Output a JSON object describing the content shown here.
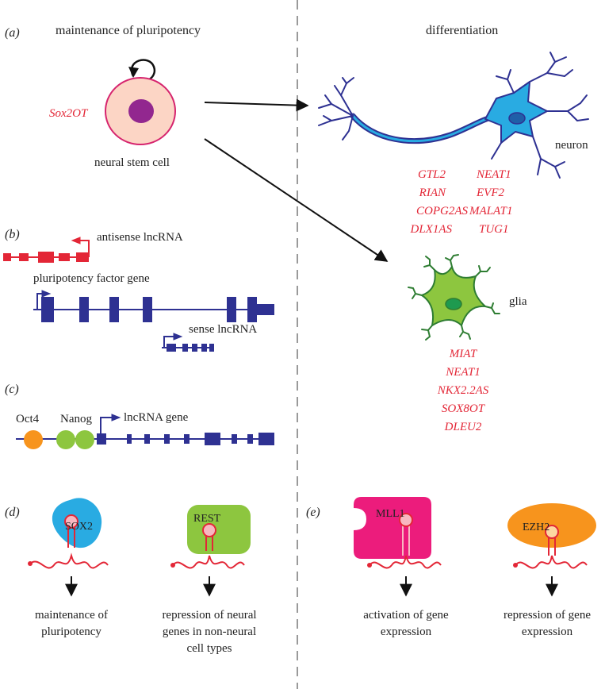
{
  "panels": {
    "a": {
      "letter": "(a)",
      "left_title": "maintenance of pluripotency",
      "right_title": "differentiation",
      "stem_cell_gene": "Sox2OT",
      "stem_cell_label": "neural stem cell",
      "neuron_label": "neuron",
      "neuron_genes": [
        "GTL2",
        "NEAT1",
        "RIAN",
        "EVF2",
        "COPG2AS",
        "MALAT1",
        "DLX1AS",
        "TUG1"
      ],
      "glia_label": "glia",
      "glia_genes": [
        "MIAT",
        "NEAT1",
        "NKX2.2AS",
        "SOX8OT",
        "DLEU2"
      ]
    },
    "b": {
      "letter": "(b)",
      "antisense_label": "antisense lncRNA",
      "gene_label": "pluripotency factor gene",
      "sense_label": "sense lncRNA"
    },
    "c": {
      "letter": "(c)",
      "tf1": "Oct4",
      "tf2": "Nanog",
      "gene_label": "lncRNA gene"
    },
    "d": {
      "letter": "(d)",
      "protein1": "SOX2",
      "protein2": "REST",
      "outcome1_line1": "maintenance of",
      "outcome1_line2": "pluripotency",
      "outcome2_line1": "repression of neural",
      "outcome2_line2": "genes in non-neural",
      "outcome2_line3": "cell types"
    },
    "e": {
      "letter": "(e)",
      "protein1": "MLL1",
      "protein2": "EZH2",
      "outcome1_line1": "activation of gene",
      "outcome1_line2": "expression",
      "outcome2_line1": "repression of gene",
      "outcome2_line2": "expression"
    }
  },
  "colors": {
    "red": "#e32636",
    "navy": "#2e3192",
    "neuron_blue": "#29abe2",
    "glia_green": "#8dc63f",
    "glia_dark": "#2e7d32",
    "cell_fill": "#fcd5c5",
    "nucleus": "#92278f",
    "sox2_blue": "#29abe2",
    "rest_green": "#8dc63f",
    "mll1_pink": "#ec1c7c",
    "ezh2_orange": "#f7941d",
    "oct4_orange": "#f7941d",
    "nanog_green": "#8dc63f"
  }
}
